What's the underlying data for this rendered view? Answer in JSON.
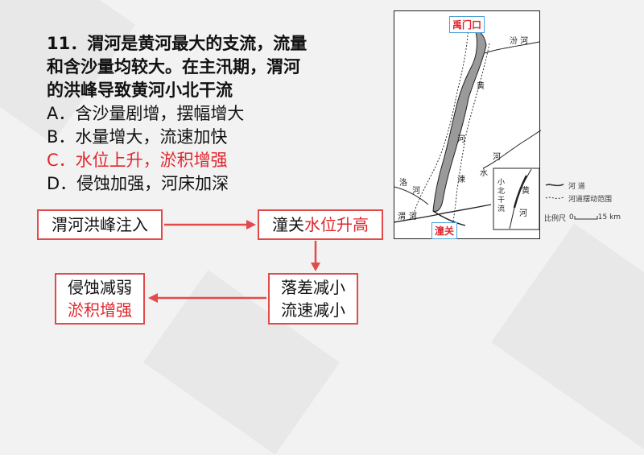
{
  "question": {
    "stem_line1": "11．渭河是黄河最大的支流，流量",
    "stem_line2": "和含沙量均较大。在主汛期，渭河",
    "stem_line3": "的洪峰导致黄河小北干流",
    "options": [
      {
        "text": "A．含沙量剧增，摆幅增大",
        "correct": false
      },
      {
        "text": "B．水量增大，流速加快",
        "correct": false
      },
      {
        "text": "C．水位上升，淤积增强",
        "correct": true
      },
      {
        "text": "D．侵蚀加强，河床加深",
        "correct": false
      }
    ]
  },
  "flow": {
    "box1": "渭河洪峰注入",
    "box2_black": "潼关",
    "box2_red": "水位升高",
    "box3_line1": "落差减小",
    "box3_line2": "流速减小",
    "box4_line1": "侵蚀减弱",
    "box4_line2": "淤积增强",
    "accent_color": "#e34a4a",
    "answer_color": "#e0262c"
  },
  "map": {
    "tag_top": "禹门口",
    "tag_bottom": "潼关",
    "label_fen": "汾 河",
    "label_huang": "黄",
    "label_he1": "河",
    "label_su": "涑",
    "label_shui": "水",
    "label_he2": "河",
    "label_luo": "洛",
    "label_luohe": "河",
    "label_wei": "渭",
    "label_weihe": "河",
    "inset_huang": "黄",
    "inset_he": "河",
    "inset_label": "小北干流"
  },
  "legend": {
    "river": "河 道",
    "swing_range": "河道摆动范围",
    "scale_label": "比例尺",
    "scale_zero": "0",
    "scale_max": "15 km"
  }
}
